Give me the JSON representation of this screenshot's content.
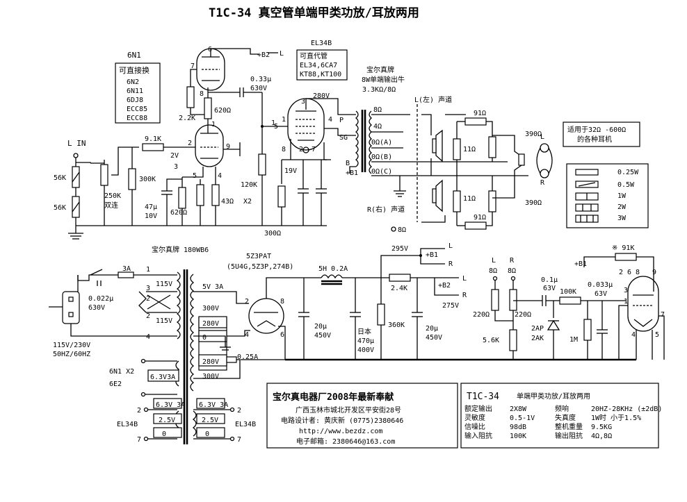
{
  "title": "T1C-34 真空管单端甲类功放/耳放两用",
  "tube_6n1": {
    "name": "6N1",
    "sub_title": "可直接换",
    "subs": [
      "6N2",
      "6N11",
      "6DJ8",
      "ECC85",
      "ECC88"
    ],
    "pins": [
      "6",
      "7",
      "8",
      "1",
      "2",
      "3",
      "9",
      "5",
      "4"
    ]
  },
  "tube_el34": {
    "name": "EL34B",
    "sub_title": "可直代管",
    "subs": [
      "EL34,6CA7",
      "KT88,KT100"
    ],
    "pins": [
      "3",
      "1",
      "8",
      "4",
      "5",
      "2",
      "7"
    ],
    "grid_labels": [
      "P",
      "SG"
    ]
  },
  "output_tf": {
    "brand": "宝尔真牌",
    "desc": "8W单端输出牛",
    "imp": "3.3KΩ/8Ω",
    "taps": [
      "8Ω",
      "4Ω",
      "0Ω(A)",
      "0Ω(B)",
      "0Ω(C)"
    ],
    "b_label": "B",
    "b1_label": "+B1"
  },
  "speakers": {
    "left": "L(左) 声道",
    "right": "R(右) 声道",
    "out_8": "8Ω",
    "r91": "91Ω",
    "r11": "11Ω",
    "r390": "390Ω",
    "jack_l": "L",
    "jack_r": "R",
    "note": [
      "适用于32Ω -600Ω",
      "的各种耳机"
    ]
  },
  "watt_legend": [
    "0.25W",
    "0.5W",
    "1W",
    "2W",
    "3W"
  ],
  "preamp": {
    "l_in": "L IN",
    "b2": "+B2",
    "l": "L",
    "c_033": "0.33μ",
    "c_630": "630V",
    "v280": "280V",
    "r_22k": "2.2K",
    "r_620": "620Ω",
    "r_91k": "9.1K",
    "v2": "2V",
    "pot": "250K",
    "pot_desc": "双连",
    "r_56k_a": "56K",
    "r_56k_b": "56K",
    "r_300k": "300K",
    "c_47": "47μ",
    "c_10v": "10V",
    "r_620b": "620Ω",
    "r_43": "43Ω",
    "x2": "X2",
    "r_120k": "120K",
    "v19": "19V",
    "r_300": "300Ω"
  },
  "power": {
    "brand": "宝尔真牌 180WB6",
    "fuse": "3A",
    "cap": "0.022μ",
    "cap_v": "630V",
    "pri_pins": [
      "1",
      "3",
      "2",
      "2",
      "4"
    ],
    "v115a": "115V",
    "v115b": "115V",
    "mains": [
      "115V/230V",
      "50HZ/60HZ"
    ],
    "sec": [
      "5V 3A",
      "300V",
      "280V",
      "0",
      "280V",
      "300V"
    ],
    "fuse_025": "0.25A",
    "rect": "5Z3PAT",
    "rect_subs": "(5U4G,5Z3P,274B)",
    "rect_pins": [
      "2",
      "8",
      "4",
      "6"
    ],
    "choke": "5H 0.2A",
    "c20a": "20μ",
    "c20a_v": "450V",
    "c470": [
      "日本",
      "470μ",
      "400V"
    ],
    "r360": "360K",
    "v295": "295V",
    "b1": "+B1",
    "l": "L",
    "r": "R",
    "r24": "2.4K",
    "b2": "+B2",
    "v275": "275V",
    "c20b": "20μ",
    "c20b_v": "450V",
    "heater_6n1": "6N1 X2",
    "heater_6e2": "6E2",
    "h63": "6.3V3A",
    "h_pins_l": [
      "2",
      "7"
    ],
    "h_left": [
      "6.3V 3A",
      "2.5V",
      "0"
    ],
    "h_right": [
      "6.3V 3A",
      "2.5V",
      "0"
    ],
    "el34b_l": "EL34B",
    "el34b_r": "EL34B",
    "h_pins_r": [
      "2",
      "7"
    ]
  },
  "indicator": {
    "l": "L",
    "r": "R",
    "l8": "8Ω",
    "r8": "8Ω",
    "r220a": "220Ω",
    "r220b": "220Ω",
    "r56": "5.6K",
    "c01": "0.1μ",
    "c63": "63V",
    "r100k": "100K",
    "c033": "0.033μ",
    "c63b": "63V",
    "diode": [
      "2AP",
      "2AK"
    ],
    "r1m": "1M",
    "b1": "+B1",
    "r91k": "※ 91K",
    "pins": [
      "2",
      "6",
      "8",
      "9",
      "3",
      "1",
      "4",
      "5",
      "7"
    ]
  },
  "info": {
    "banner": "宝尔真电器厂2008年最新奉献",
    "address": "广西玉林市城北开发区平安街28号",
    "designer": "电路设计者: 黄庆新   (0775)2380646",
    "url": "http://www.bezdz.com",
    "email": "电子邮箱: 2380646@163.com",
    "spec_model": "T1C-34",
    "spec_title": "单端甲类功放/耳放两用",
    "specs": [
      [
        "额定输出",
        "2X8W",
        "频响",
        "20HZ-28KHz (±2dB)"
      ],
      [
        "灵敏度",
        "0.5-1V",
        "失真度",
        "1W时 小于1.5%"
      ],
      [
        "信噪比",
        "98dB",
        "整机重量",
        "9.5KG"
      ],
      [
        "输入阻抗",
        "100K",
        "输出阻抗",
        "4Ω,8Ω"
      ]
    ]
  }
}
